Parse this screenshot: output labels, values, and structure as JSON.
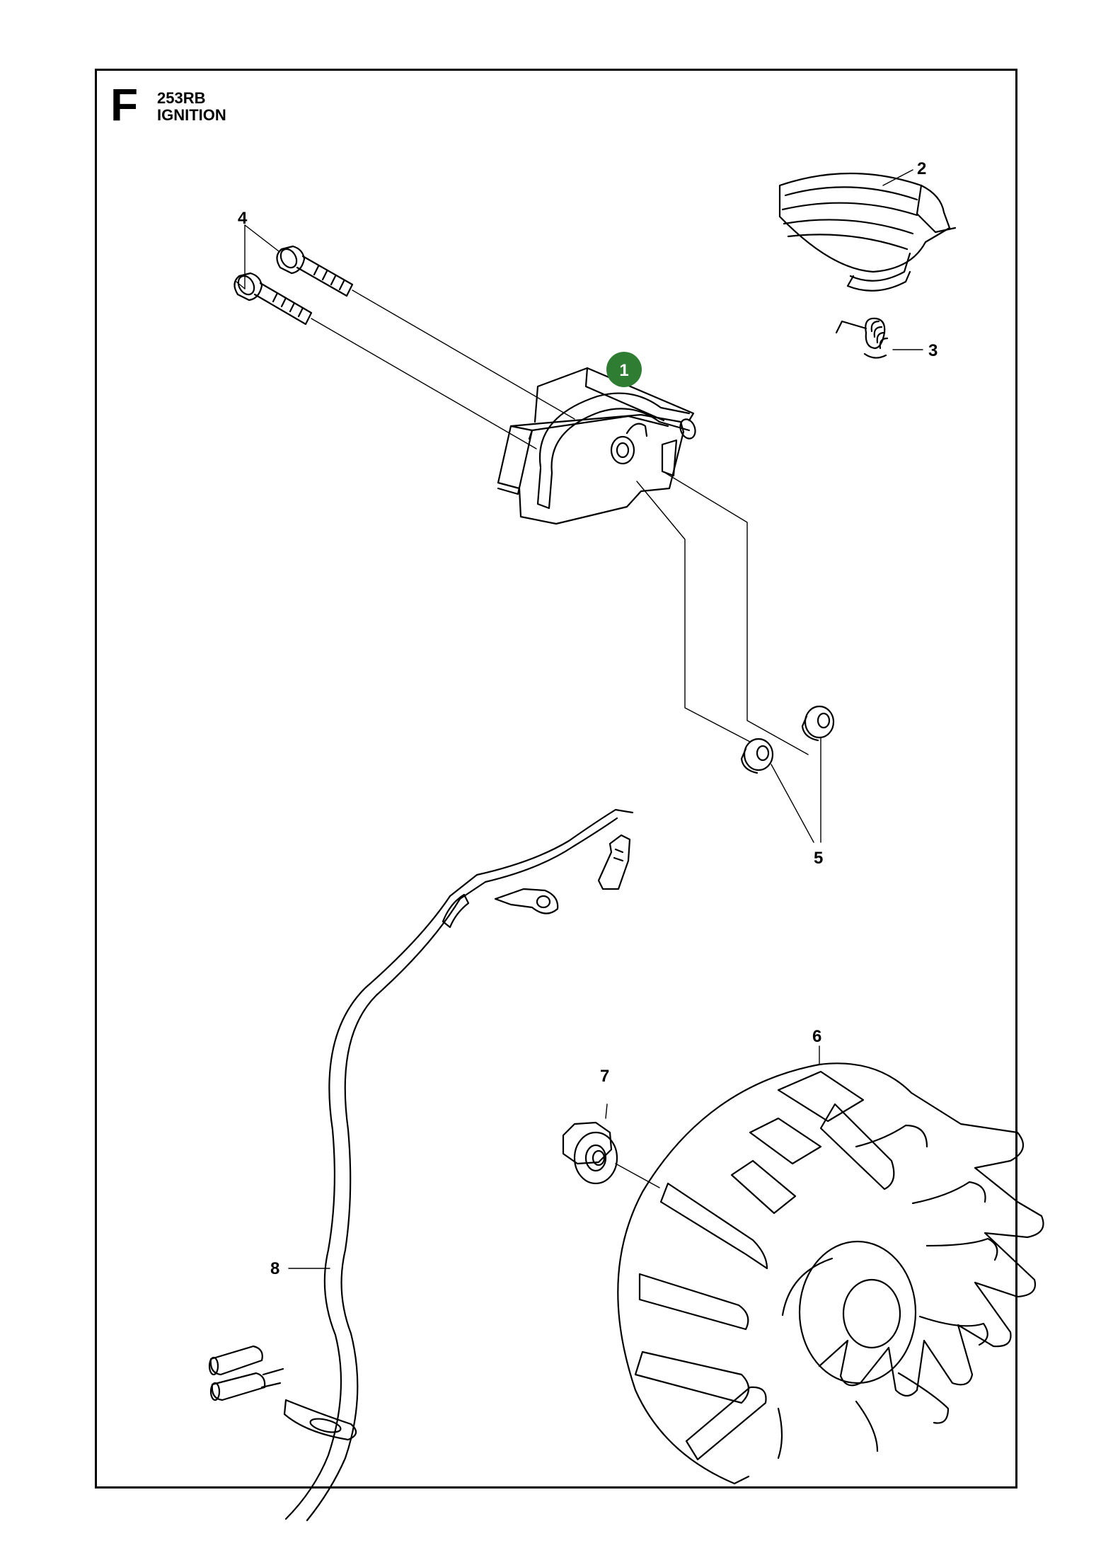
{
  "header": {
    "section_letter": "F",
    "model": "253RB",
    "title": "IGNITION"
  },
  "callouts": {
    "c1": "1",
    "c2": "2",
    "c3": "3",
    "c4": "4",
    "c5": "5",
    "c6": "6",
    "c7": "7",
    "c8": "8"
  },
  "colors": {
    "line": "#000000",
    "highlight_badge": "#2e7d32",
    "background": "#ffffff"
  }
}
